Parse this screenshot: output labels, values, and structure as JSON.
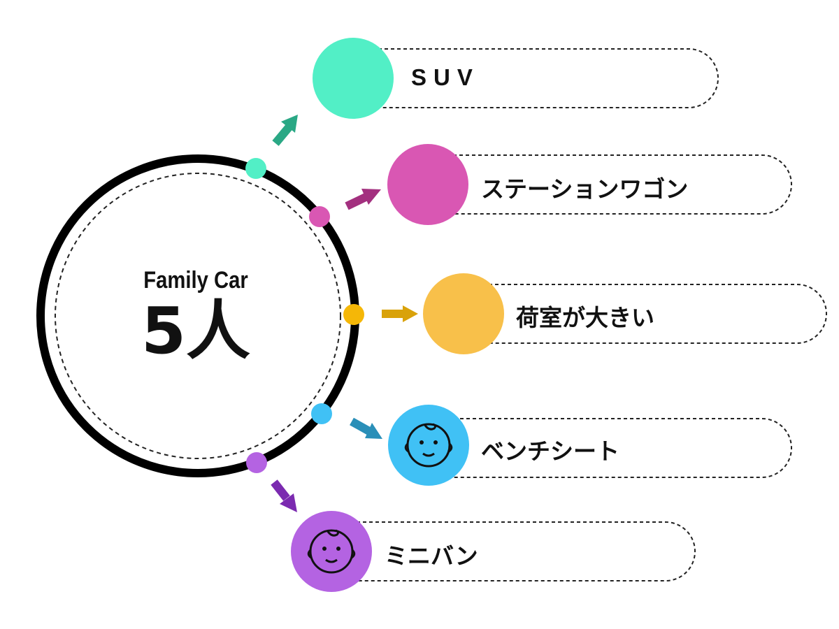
{
  "center": {
    "title": "Family Car",
    "value": "5人"
  },
  "items": [
    {
      "label": "SUV",
      "color": "#52efc6",
      "arrow_color": "#2aa885",
      "icon": ""
    },
    {
      "label": "ステーションワゴン",
      "color": "#d957b3",
      "arrow_color": "#a3307f",
      "icon": ""
    },
    {
      "label": "荷室が大きい",
      "color": "#f8c04a",
      "arrow_color": "#d9a20a",
      "icon": ""
    },
    {
      "label": "ベンチシート",
      "color": "#40c1f5",
      "arrow_color": "#2a8fb8",
      "icon": "baby-face-icon"
    },
    {
      "label": "ミニバン",
      "color": "#b463e2",
      "arrow_color": "#7b2ab0",
      "icon": "baby-face-icon"
    }
  ]
}
